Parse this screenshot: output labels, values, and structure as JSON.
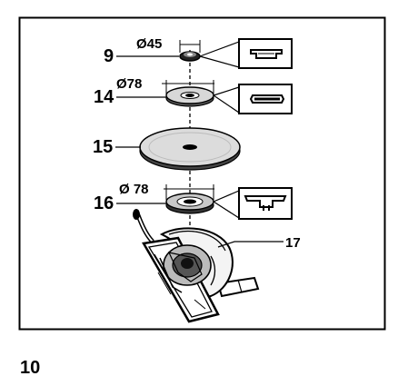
{
  "figure": {
    "number": "10",
    "parts": [
      {
        "id": "9",
        "label": "9"
      },
      {
        "id": "14",
        "label": "14"
      },
      {
        "id": "15",
        "label": "15"
      },
      {
        "id": "16",
        "label": "16"
      },
      {
        "id": "17",
        "label": "17"
      }
    ],
    "dimensions": {
      "part9": "Ø45",
      "part14": "Ø78",
      "part16": "Ø 78"
    }
  }
}
